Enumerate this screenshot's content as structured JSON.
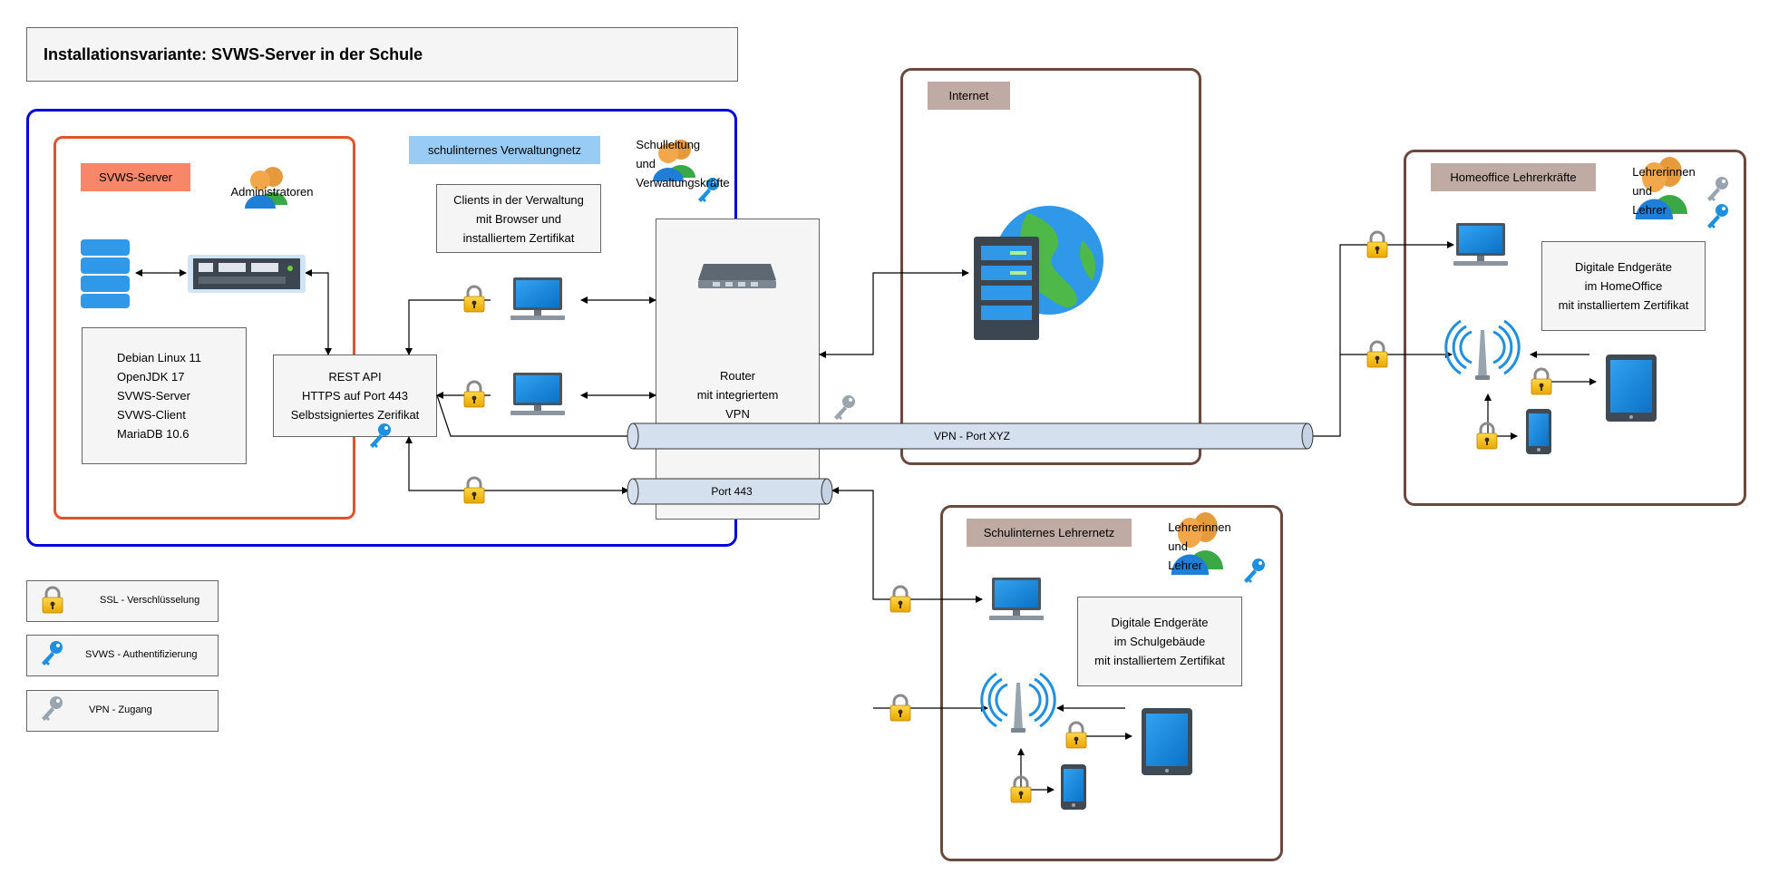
{
  "title": "Installationsvariante: SVWS-Server in der Schule",
  "zones": {
    "school_net": "schulinternes Verwaltungnetz",
    "svws_server": "SVWS-Server",
    "internet": "Internet",
    "homeoffice": "Homeoffice Lehrerkräfte",
    "teacher_net": "Schulinternes Lehrernetz"
  },
  "people": {
    "admins": "Administratoren",
    "management": "Schulleitung\nund\nVerwaltungskräfte",
    "teachers_home": "Lehrerinnen\nund\nLehrer",
    "teachers_school": "Lehrerinnen\nund\nLehrer"
  },
  "notes": {
    "server_software": "Debian Linux 11\nOpenJDK 17\nSVWS-Server\nSVWS-Client\nMariaDB 10.6",
    "rest_api": "REST API\nHTTPS auf Port 443\nSelbstsigniertes Zerifikat",
    "clients_admin": "Clients in der Verwaltung\nmit Browser und\ninstalliertem Zertifikat",
    "router": "Router\nmit integriertem\nVPN\nFirewall, DHCP, etc.",
    "devices_home": "Digitale Endgeräte\nim HomeOffice\nmit installiertem Zertifikat",
    "devices_school": "Digitale Endgeräte\nim Schulgebäude\nmit installiertem Zertifikat"
  },
  "tunnels": {
    "vpn": "VPN - Port XYZ",
    "https": "Port 443"
  },
  "legend": [
    {
      "icon": "padlock-icon",
      "label": "SSL - Verschlüsselung"
    },
    {
      "icon": "blue-key-icon",
      "label": "SVWS - Authentifizierung"
    },
    {
      "icon": "gray-key-icon",
      "label": "VPN - Zugang"
    }
  ],
  "colors": {
    "school_border": "#0000dd",
    "server_border": "#e0542a",
    "zone_border_brown": "#6b4a3e",
    "server_tag": "#f8876a",
    "net_tag": "#99ccf5",
    "brown_tag": "#c0aba4",
    "tunnel_fill": "#d4e0ee"
  }
}
